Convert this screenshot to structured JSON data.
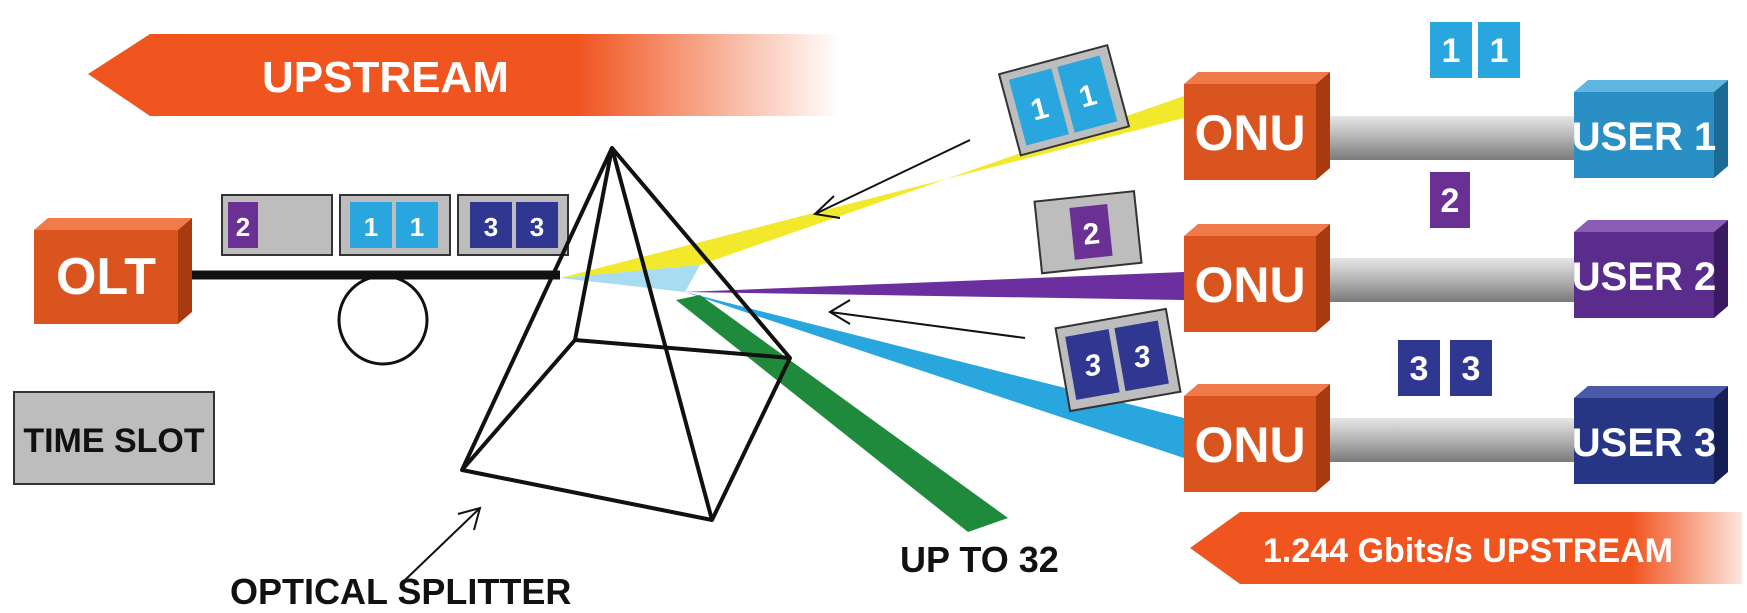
{
  "upstream_arrow_label": "UPSTREAM",
  "olt_label": "OLT",
  "onu_labels": [
    "ONU",
    "ONU",
    "ONU"
  ],
  "user_labels": [
    "USER 1",
    "USER 2",
    "USER 3"
  ],
  "time_slot_legend": "TIME SLOT",
  "splitter_label": "OPTICAL SPLITTER",
  "split_ratio_label": "UP TO 32",
  "rate_label": "1.244 Gbits/s UPSTREAM",
  "packets": {
    "olt_frame": [
      "2",
      "1",
      "1",
      "3",
      "3"
    ],
    "user1": [
      "1",
      "1"
    ],
    "user2": [
      "2"
    ],
    "user3": [
      "3",
      "3"
    ],
    "travel1": [
      "1",
      "1"
    ],
    "travel2": [
      "2"
    ],
    "travel3": [
      "3",
      "3"
    ]
  },
  "colors": {
    "orange": "#d9541f",
    "arrow_orange": "#f0541f",
    "user1": "#2a8fc4",
    "user2": "#5a2d8c",
    "user3": "#263684",
    "packet1": "#2aa6df",
    "packet2": "#6a3093",
    "packet3": "#2f3791",
    "beam_yellow": "#f2e82c",
    "beam_purple": "#6b2fa0",
    "beam_blue": "#2aa6df",
    "beam_green": "#1f8a3b",
    "slot_gray": "#bdbdbd"
  }
}
